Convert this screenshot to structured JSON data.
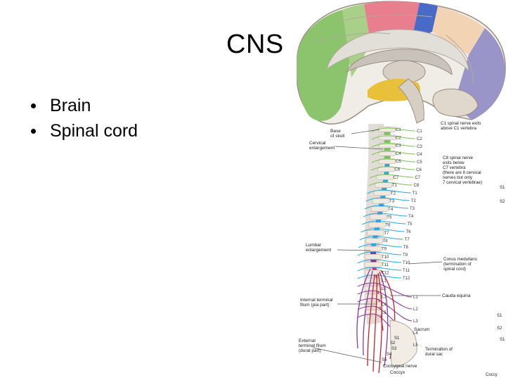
{
  "slide": {
    "title": "CNS",
    "bullets": [
      "Brain",
      "Spinal cord"
    ]
  },
  "figure": {
    "left_labels": {
      "base_of_skull": [
        "Base",
        "of skull"
      ],
      "cervical_enlargement": [
        "Cervical",
        "enlargement"
      ],
      "lumbar_enlargement": [
        "Lumbar",
        "enlargement"
      ],
      "internal_terminal_filum": [
        "Internal terminal",
        "filum (pia part)"
      ],
      "external_terminal_filum": [
        "External",
        "terminal filum",
        "(dural part)"
      ]
    },
    "vertebra_labels": [
      "C1",
      "C2",
      "C3",
      "C4",
      "C5",
      "C6",
      "C7",
      "T1",
      "T2",
      "T3",
      "T4",
      "T5",
      "T6",
      "T7",
      "T8",
      "T9",
      "T10",
      "T11",
      "T12",
      "L1",
      "L2",
      "L3",
      "L4",
      "L5"
    ],
    "nerve_labels": [
      "C1",
      "C2",
      "C3",
      "C4",
      "C5",
      "C6",
      "C7",
      "C8",
      "T1",
      "T2",
      "T3",
      "T4",
      "T5",
      "T6",
      "T7",
      "T8",
      "T9",
      "T10",
      "T11",
      "T12",
      "L1",
      "L2",
      "L3",
      "L4",
      "L5"
    ],
    "right_labels": {
      "c1_note": [
        "C1 spinal nerve exits",
        "above C1 vertebra"
      ],
      "c8_note": [
        "C8 spinal nerve",
        "exits below",
        "C7 vertebra",
        "(there are 8 cervical",
        "nerves but only",
        "7 cervical vertebrae)"
      ],
      "conus": [
        "Conus medullaris",
        "(termination of",
        "spinal cord)"
      ],
      "cauda_equina": "Cauda equina",
      "dural_sac": [
        "Termination of",
        "dural sac"
      ],
      "sacrum": "Sacrum",
      "sacral_nerves": [
        "S1",
        "S2",
        "S3",
        "S4",
        "S5"
      ],
      "coccygeal_nerve": "Coccygeal nerve",
      "coccyx": "Coccyx"
    },
    "edge_labels": [
      "S1",
      "S2",
      "S1",
      "S2",
      "S1",
      "Coccy"
    ],
    "colors": {
      "frontal": "#8cc46e",
      "parietal": "#e87e8e",
      "occipital": "#9a95c8",
      "temporal": "#e8c03a",
      "precentral": "#f2d4b4",
      "gyrus": "#e8e4de",
      "cervical_cord": "#7cc25a",
      "thoracic_cord": "#2aa6dc",
      "lumbar_cord": "#8a2a9a",
      "conus_sacral": "#d42a6a",
      "nerve_lumbar": "#8a3aa0",
      "nerve_sacral": "#c8202a"
    }
  }
}
